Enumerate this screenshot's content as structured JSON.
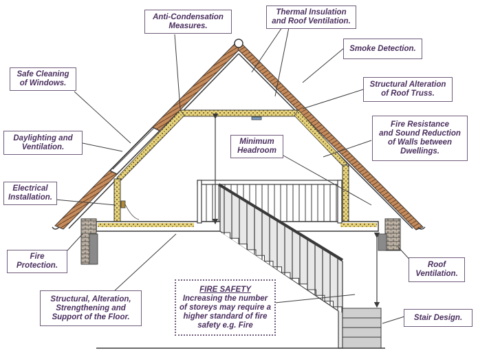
{
  "labels": {
    "anti_condensation": [
      "Anti-Condensation",
      "Measures."
    ],
    "thermal_insulation": [
      "Thermal Insulation",
      "and Roof Ventilation."
    ],
    "smoke_detection": [
      "Smoke Detection."
    ],
    "safe_cleaning": [
      "Safe Cleaning",
      "of Windows."
    ],
    "structural_alteration_truss": [
      "Structural Alteration",
      "of Roof Truss."
    ],
    "daylighting": [
      "Daylighting and",
      "Ventilation."
    ],
    "fire_resistance": [
      "Fire Resistance",
      "and Sound Reduction",
      "of Walls between",
      "Dwellings."
    ],
    "minimum_headroom": [
      "Minimum",
      "Headroom"
    ],
    "electrical": [
      "Electrical",
      "Installation."
    ],
    "fire_protection": [
      "Fire",
      "Protection."
    ],
    "roof_ventilation": [
      "Roof",
      "Ventilation."
    ],
    "structural_floor": [
      "Structural, Alteration,",
      "Strengthening and",
      "Support of the Floor."
    ],
    "stair_design": [
      "Stair Design."
    ]
  },
  "fire_safety": {
    "title": "FIRE SAFETY",
    "lines": [
      "Increasing the number",
      "of storeys may require a",
      "higher standard of fire",
      "safety e.g. Fire"
    ]
  },
  "colors": {
    "outline": "#3a3a3a",
    "label_border": "#6e5b7a",
    "label_text": "#4a2f5e",
    "tile": "#c58b5c",
    "insulation": "#e6d27a",
    "brick": "#a89a8a",
    "stair_block": "#cfcfcf"
  }
}
